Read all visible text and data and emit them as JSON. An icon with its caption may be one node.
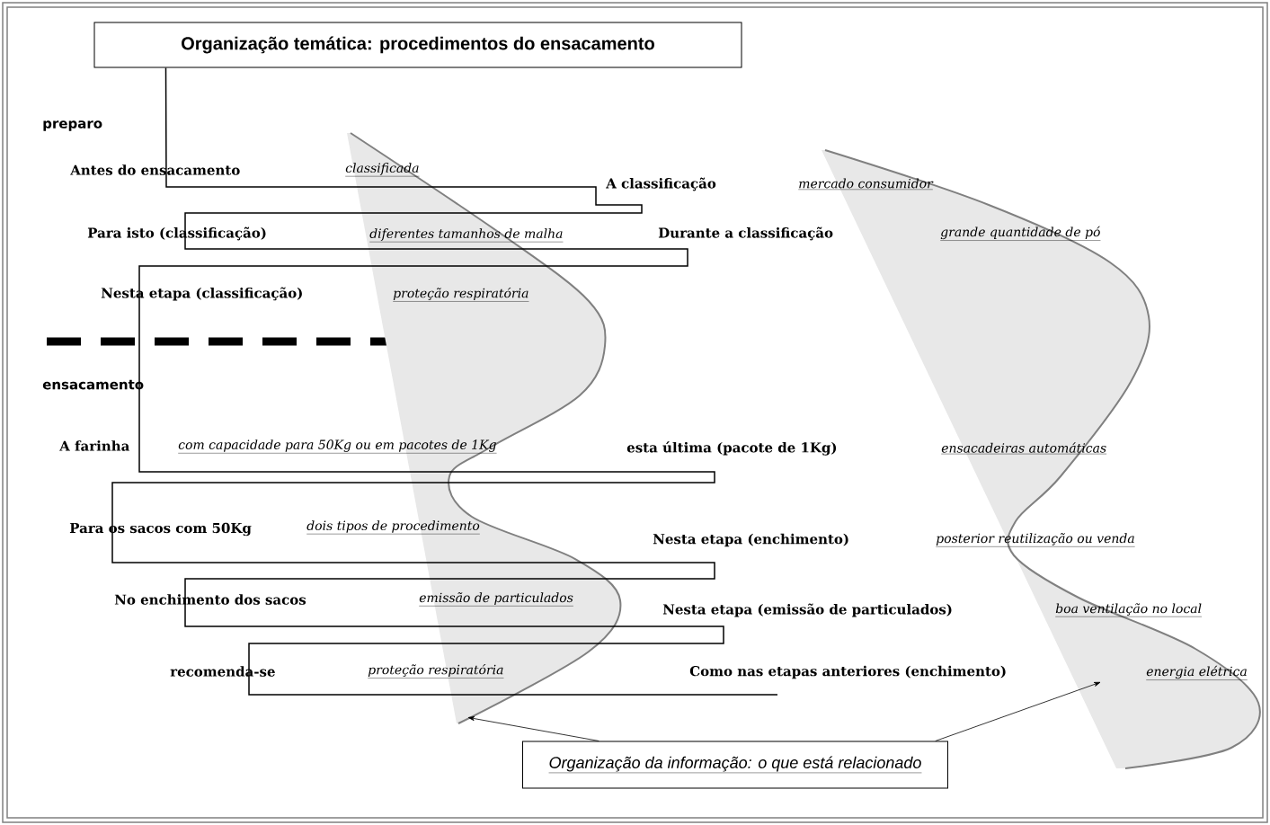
{
  "diagram": {
    "nodes": [
      {
        "text": [
          "Organização temática: procedimentos do ensacamento"
        ]
      },
      {
        "text": [],
        "shape": "wave"
      },
      {
        "text": [],
        "shape": "wave"
      },
      {
        "text": [
          "Organização da informação: o que está relacionado"
        ]
      }
    ],
    "edges": [
      {
        "from": 0,
        "to": null,
        "arrow": "none"
      },
      {
        "from": 3,
        "to": 1,
        "arrow": "to"
      },
      {
        "from": 3,
        "to": 2,
        "arrow": "to"
      }
    ],
    "labels": [
      "preparo",
      "Antes do ensacamento",
      "classificada",
      "A classificação",
      "mercado consumidor",
      "Para isto (classificação)",
      "diferentes tamanhos de malha",
      "Durante a classificação",
      "grande quantidade de pó",
      "Nesta etapa (classificação)",
      "proteção respiratória",
      "ensacamento",
      "A farinha",
      "com capacidade para 50Kg ou em pacotes de 1Kg",
      "esta última (pacote de 1Kg)",
      "ensacadeiras automáticas",
      "Para os sacos com 50Kg",
      "dois tipos de procedimento",
      "Nesta etapa (enchimento)",
      "posterior reutilização ou venda",
      "No enchimento dos sacos",
      "emissão de particulados",
      "Nesta etapa (emissão de particulados)",
      "boa ventilação no local",
      "recomenda-se",
      "proteção respiratória",
      "Como nas etapas anteriores (enchimento)",
      "energia elétrica"
    ]
  }
}
